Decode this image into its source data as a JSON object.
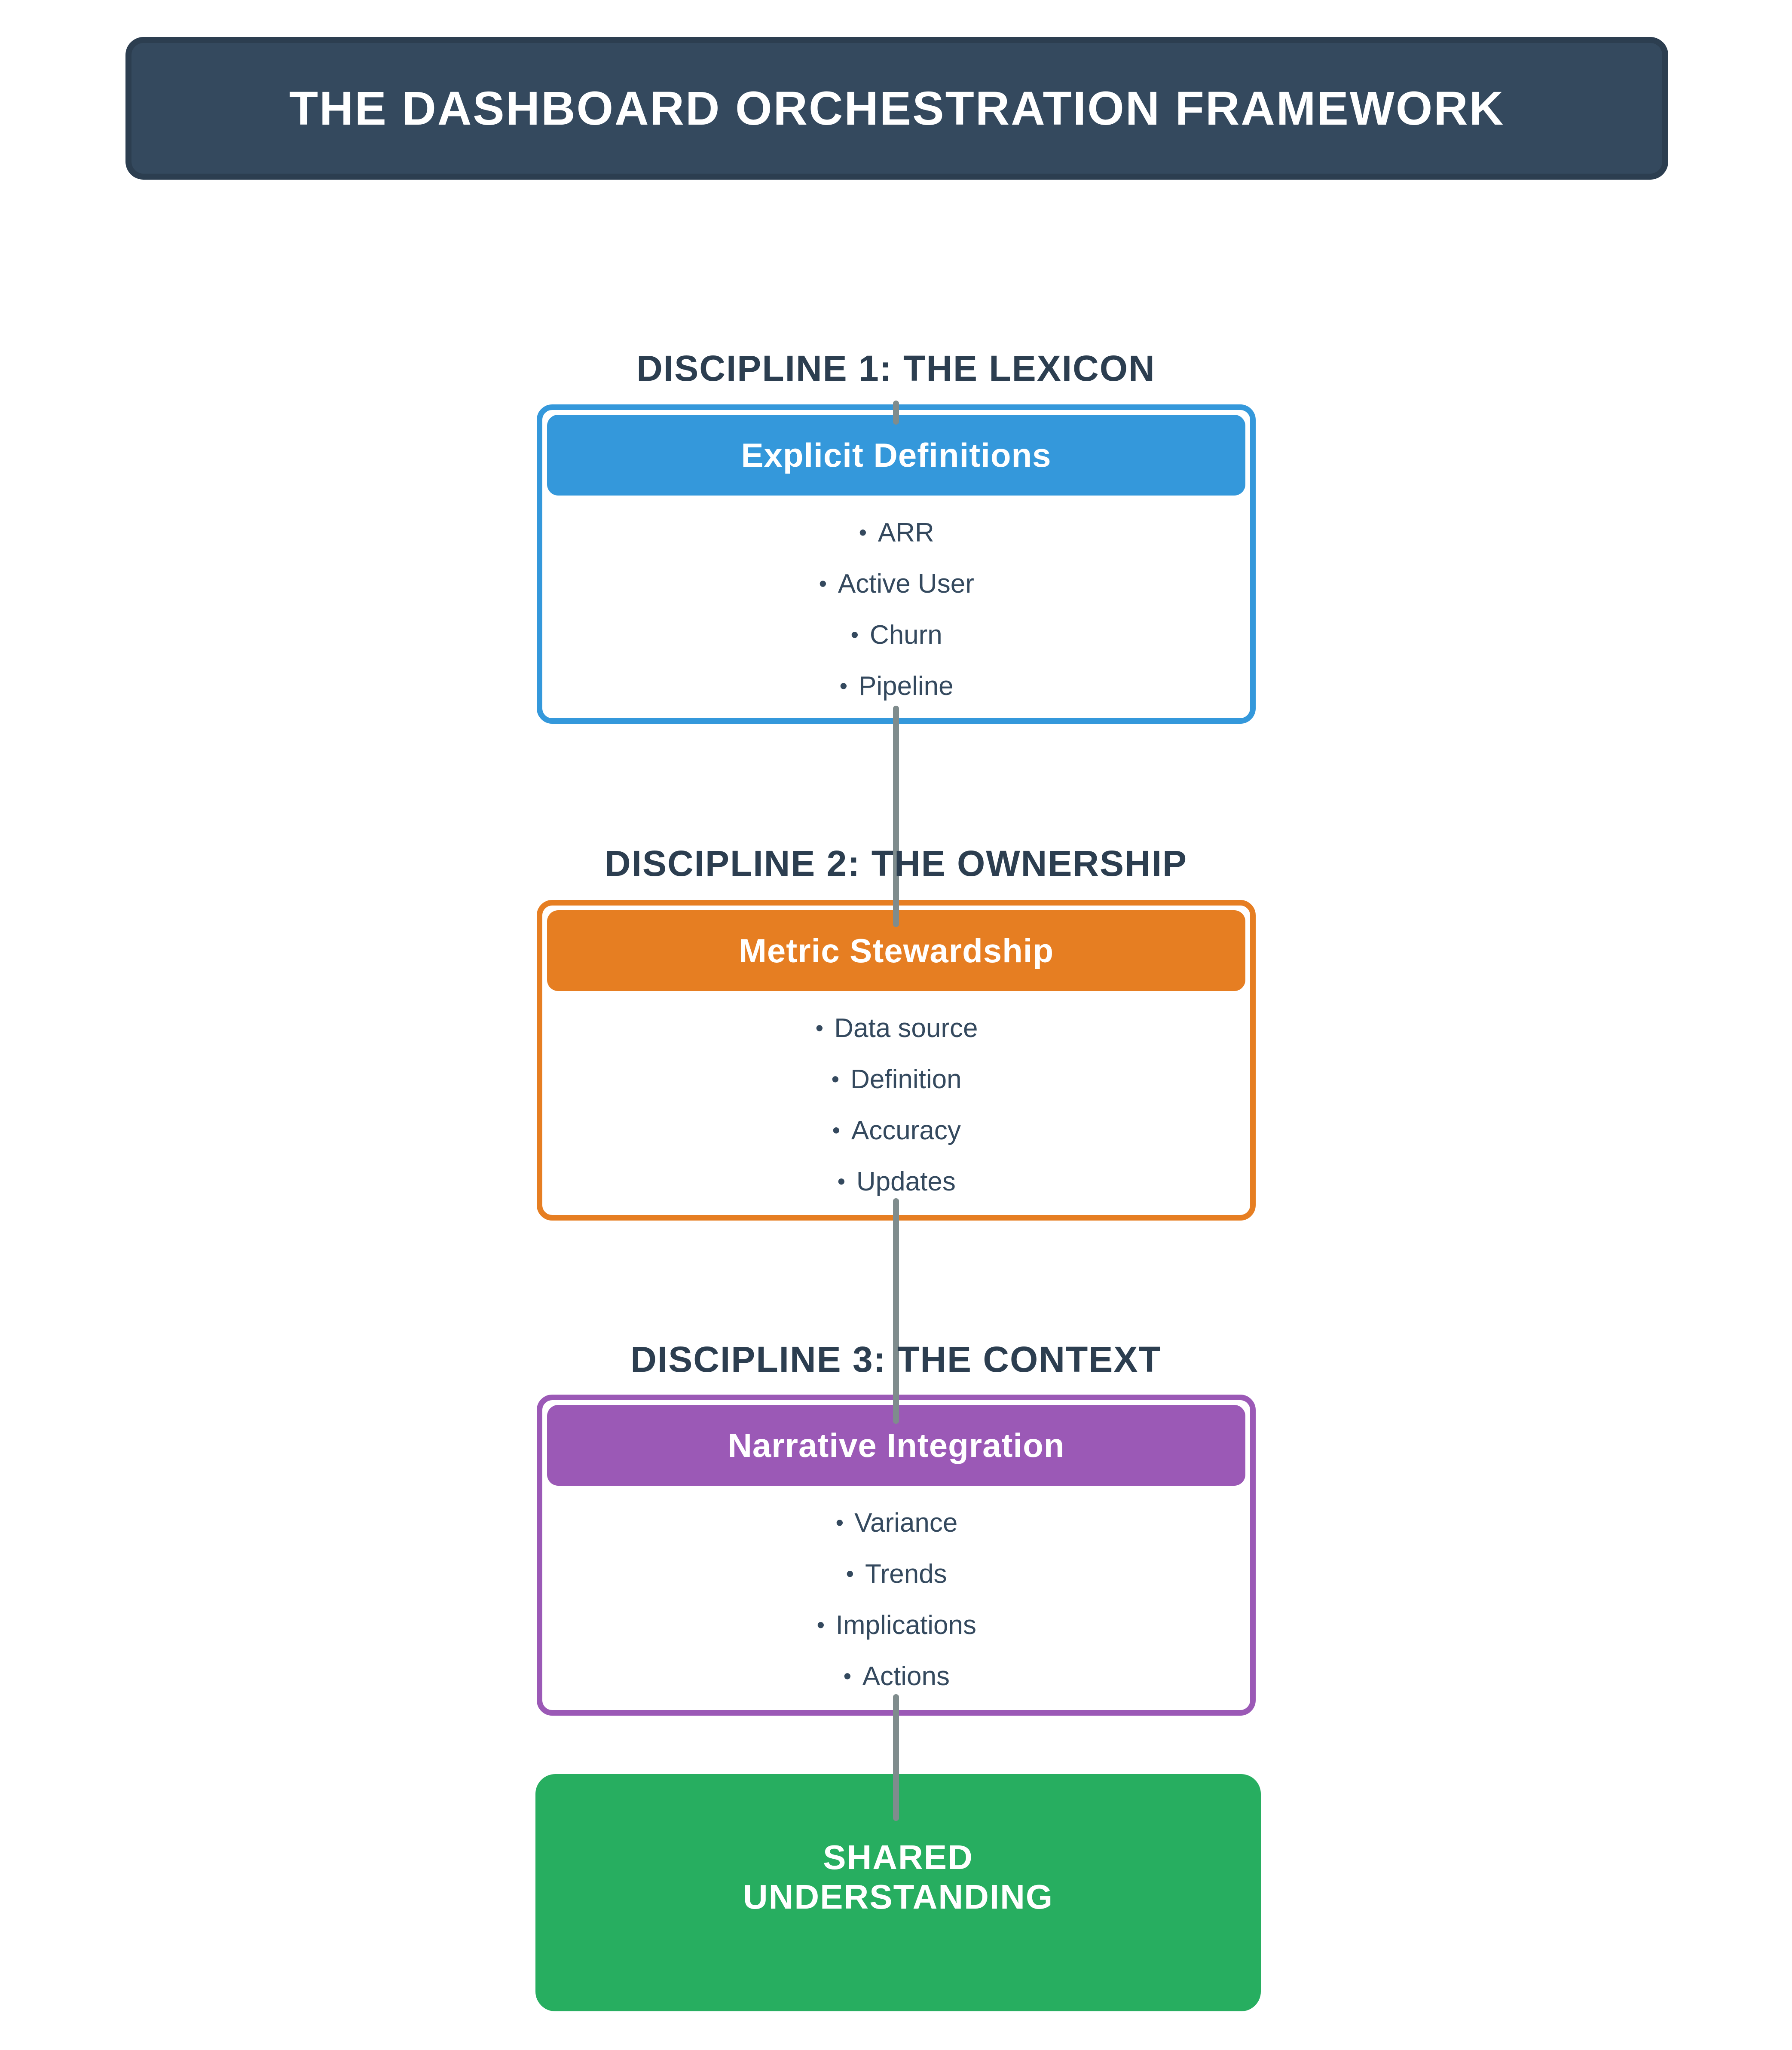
{
  "header": {
    "title": "THE DASHBOARD ORCHESTRATION FRAMEWORK",
    "bg": "#34495e",
    "border": "#2c3e50",
    "text_color": "#ffffff"
  },
  "ui": {
    "bullet": "•",
    "connector_color": "#7f8c8d",
    "heading_color": "#2c3e50",
    "item_color": "#34495e",
    "page_bg": "#ffffff"
  },
  "sections": [
    {
      "heading": "DISCIPLINE 1: THE LEXICON",
      "card_title": "Explicit Definitions",
      "accent": "#3498db",
      "items": [
        "ARR",
        "Active User",
        "Churn",
        "Pipeline"
      ]
    },
    {
      "heading": "DISCIPLINE 2: THE OWNERSHIP",
      "card_title": "Metric Stewardship",
      "accent": "#e67e22",
      "items": [
        "Data source",
        "Definition",
        "Accuracy",
        "Updates"
      ]
    },
    {
      "heading": "DISCIPLINE 3: THE CONTEXT",
      "card_title": "Narrative Integration",
      "accent": "#9b59b6",
      "items": [
        "Variance",
        "Trends",
        "Implications",
        "Actions"
      ]
    }
  ],
  "result": {
    "line1": "SHARED",
    "line2": "UNDERSTANDING",
    "bg": "#27ae60",
    "text_color": "#ffffff"
  }
}
